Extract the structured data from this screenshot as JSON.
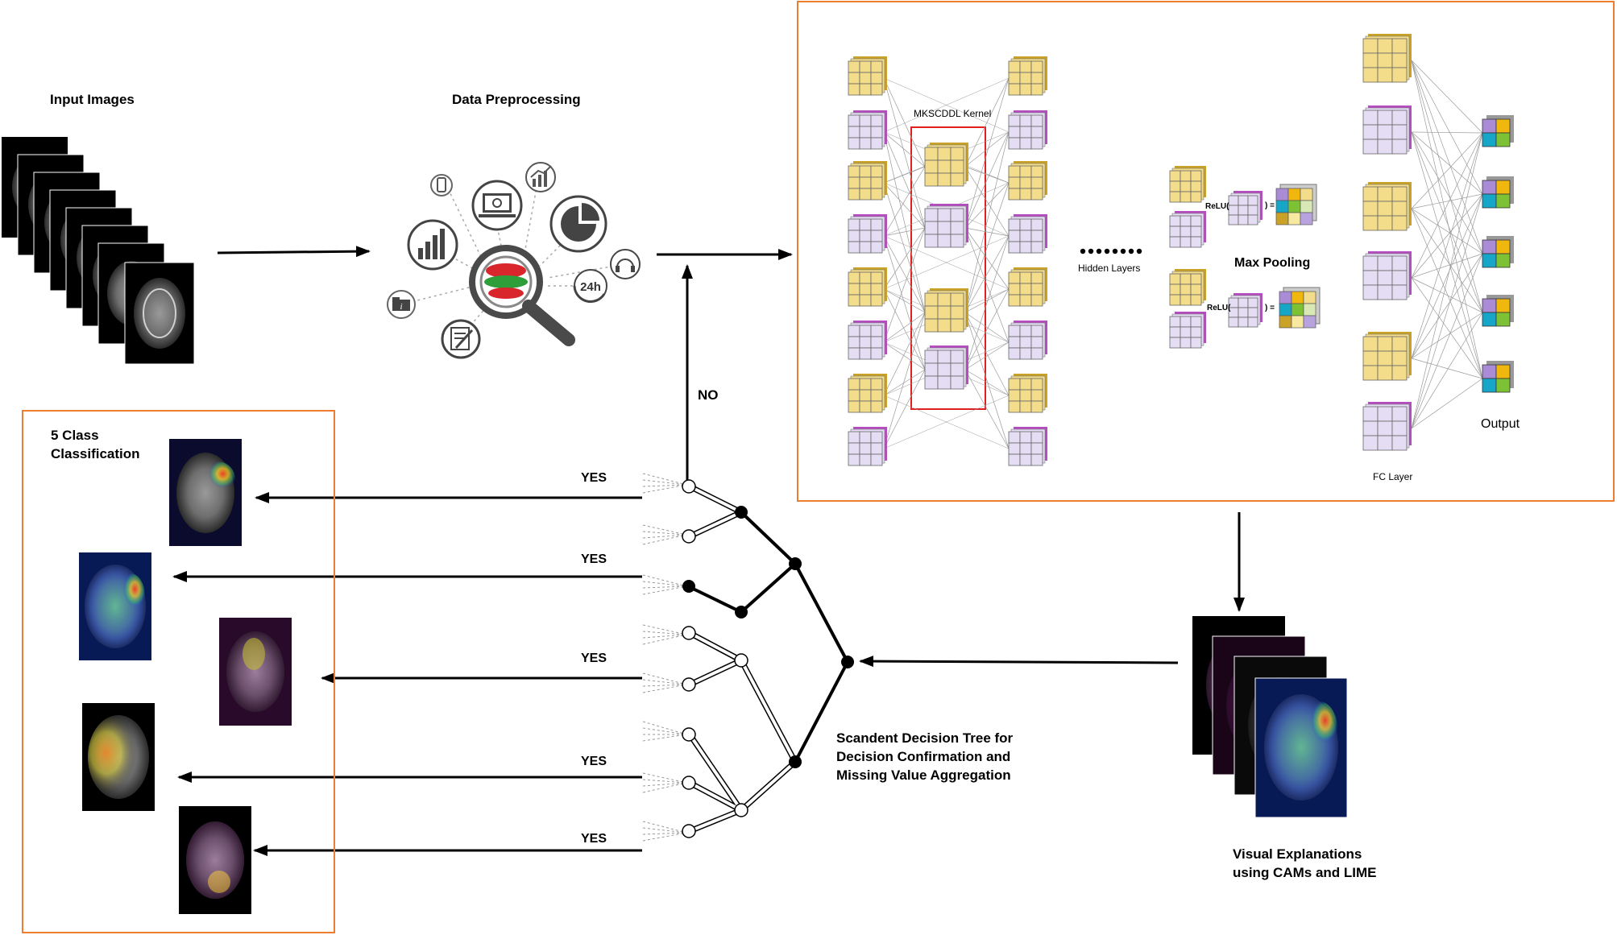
{
  "labels": {
    "input_images": "Input Images",
    "data_preprocessing": "Data Preprocessing",
    "kernel": "MKSCDDL Kernel",
    "hidden_layers": "Hidden Layers",
    "max_pooling": "Max Pooling",
    "output": "Output",
    "fc_layer": "FC Layer",
    "relu_1": "ReLU(",
    "relu_1_close": ") =",
    "relu_2": "ReLU(",
    "relu_2_close": ") =",
    "five_class": "5 Class\nClassification",
    "no": "NO",
    "yes_1": "YES",
    "yes_2": "YES",
    "yes_3": "YES",
    "yes_4": "YES",
    "yes_5": "YES",
    "tree": "Scandent Decision Tree for\nDecision Confirmation and\nMissing Value Aggregation",
    "visual": "Visual Explanations\nusing CAMs and LIME",
    "badge_24": "24h"
  },
  "colors": {
    "panel_border": "#ed7d31",
    "kernel_border": "#e02020",
    "yellow_cell": "#f3dc8a",
    "yellow_edge": "#c9a227",
    "purple_cell": "#e4ddf3",
    "purple_edge": "#b54dc0",
    "out_purple": "#a98bd6",
    "out_yellow": "#f0b80e",
    "out_cyan": "#16a7c8",
    "out_green": "#7cc234",
    "brain_green": "#2e9e3a",
    "brain_red": "#d8262c",
    "icon_gray": "#555555"
  },
  "icons": [
    "phone-icon",
    "laptop-gear-icon",
    "growth-chart-icon",
    "bar-chart-icon",
    "pie-chart-icon",
    "support-headset-icon",
    "info-folder-icon",
    "edit-document-icon",
    "24h-icon",
    "magnifier-icon"
  ]
}
